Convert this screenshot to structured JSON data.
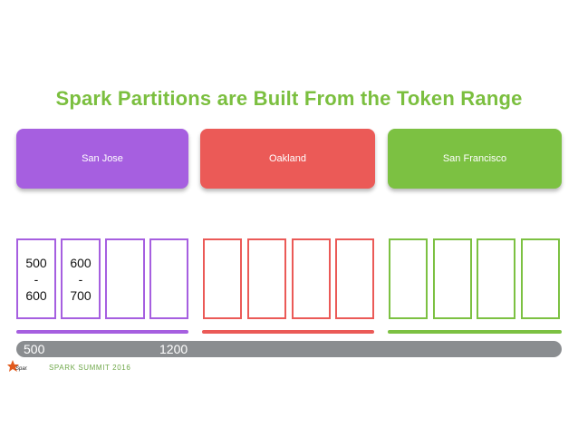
{
  "title": "Spark Partitions are Built From the Token Range",
  "regions": [
    {
      "label": "San Jose",
      "color": "#a65fe0"
    },
    {
      "label": "Oakland",
      "color": "#eb5a57"
    },
    {
      "label": "San Francisco",
      "color": "#7cc142"
    }
  ],
  "partitions": {
    "first": {
      "start": "500",
      "sep": "-",
      "end": "600"
    },
    "second": {
      "start": "600",
      "sep": "-",
      "end": "700"
    }
  },
  "range": {
    "start": "500",
    "end": "1200"
  },
  "footer": {
    "event": "SPARK SUMMIT 2016",
    "logo": "spark-logo-icon"
  }
}
